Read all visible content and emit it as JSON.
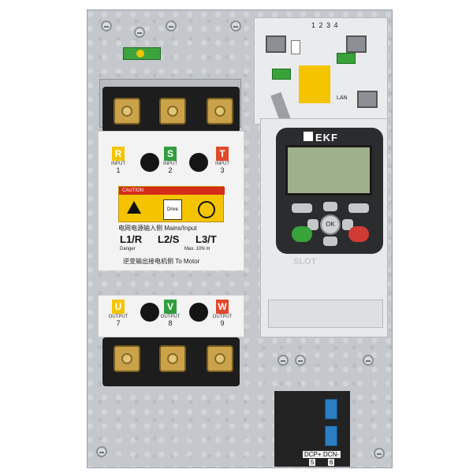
{
  "scene": "Industrial variable frequency drive (inverter) with power terminals and control keypad",
  "brand": "EKF",
  "colors": {
    "phase_r": "#f2c500",
    "phase_s": "#2f9e3d",
    "phase_t": "#e0492b",
    "keypad_body": "#2b2c2e",
    "lcd": "#9fb08d",
    "run_key": "#37a33a",
    "stop_key": "#d13b35"
  },
  "inputs": [
    {
      "letter": "R",
      "sub": "INPUT",
      "num": "1"
    },
    {
      "letter": "S",
      "sub": "INPUT",
      "num": "2"
    },
    {
      "letter": "T",
      "sub": "INPUT",
      "num": "3"
    }
  ],
  "outputs": [
    {
      "letter": "U",
      "sub": "OUTPUT",
      "num": "7"
    },
    {
      "letter": "V",
      "sub": "OUTPUT",
      "num": "8"
    },
    {
      "letter": "W",
      "sub": "OUTPUT",
      "num": "9"
    }
  ],
  "warning": {
    "header": "CAUTION",
    "body": "Drive"
  },
  "mains": {
    "title": "电网电源输入侧 Mains/Input",
    "l1": "L1/R",
    "l2": "L2/S",
    "l3": "L3/T",
    "danger": "Danger",
    "torque": "Max. 10N m",
    "bottom": "逆变输出接电机侧 To Motor"
  },
  "control": {
    "digits": "1 2 3 4",
    "lan": "LAN"
  },
  "keypad": {
    "ok": "OK"
  },
  "slot_label": "SLOT",
  "dc": {
    "dcp": "DCP+",
    "dcn": "DCN-",
    "dcp_num": "5",
    "dcn_num": "6"
  }
}
